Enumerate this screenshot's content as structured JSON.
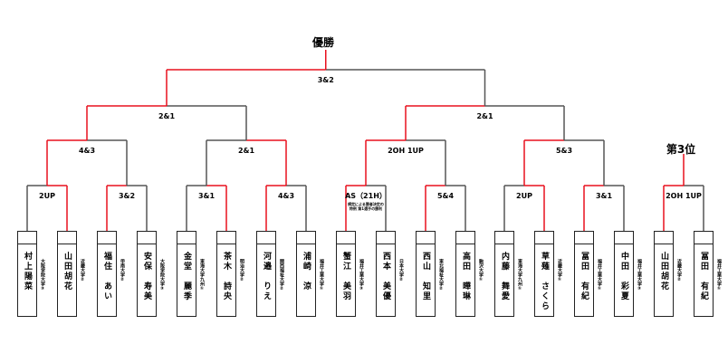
{
  "title_winner": "優勝",
  "title_third": "第3位",
  "players": [
    {
      "name": "村上陽菜",
      "aff": "大阪学院大学③"
    },
    {
      "name": "山田胡花",
      "aff": "近畿大学②"
    },
    {
      "name": "福住　あい",
      "aff": "甲南大学②"
    },
    {
      "name": "安保　寿美",
      "aff": "大阪学院大学③"
    },
    {
      "name": "金堂　麗季",
      "aff": "東海大学九州①"
    },
    {
      "name": "茶木　詩央",
      "aff": "明治大学②"
    },
    {
      "name": "河邉　りえ",
      "aff": "関西福祉大学②"
    },
    {
      "name": "浦崎　涼",
      "aff": "福井工業大学①"
    },
    {
      "name": "蟹江　美羽",
      "aff": "福井工業大学③"
    },
    {
      "name": "西本　美優",
      "aff": "日本大学②"
    },
    {
      "name": "西山　知里",
      "aff": "東北福祉大学②"
    },
    {
      "name": "高田　曄琳",
      "aff": "駒沢大学①"
    },
    {
      "name": "内藤　舞愛",
      "aff": "東海大学九州①"
    },
    {
      "name": "草薙　さくら",
      "aff": "近畿大学①"
    },
    {
      "name": "冨田　有紀",
      "aff": "福井工業大学①"
    },
    {
      "name": "中田　彩夏",
      "aff": "福井工業大学③"
    },
    {
      "name": "山田胡花",
      "aff": "近畿大学②"
    },
    {
      "name": "冨田　有紀",
      "aff": "福井工業大学①"
    }
  ],
  "rounds": {
    "r1": [
      {
        "score": "2UP",
        "winner": 1
      },
      {
        "score": "3&2",
        "winner": 0
      },
      {
        "score": "3&1",
        "winner": 1
      },
      {
        "score": "4&3",
        "winner": 0
      },
      {
        "score": "AS（21H）",
        "note": "規定による勝者決定の特例 第1選手の勝利",
        "winner": 0
      },
      {
        "score": "5&4",
        "winner": 0
      },
      {
        "score": "2UP",
        "winner": 1
      },
      {
        "score": "3&1",
        "winner": 0
      }
    ],
    "r2": [
      {
        "score": "4&3",
        "winner": 0
      },
      {
        "score": "2&1",
        "winner": 1
      },
      {
        "score": "2OH 1UP",
        "winner": 0
      },
      {
        "score": "5&3",
        "winner": 0
      }
    ],
    "r3": [
      {
        "score": "2&1",
        "winner": 0
      },
      {
        "score": "2&1",
        "winner": 0
      }
    ],
    "final": {
      "score": "3&2",
      "winner": 0
    },
    "third": {
      "score": "2OH 1UP",
      "winner": 0
    }
  },
  "colors": {
    "win": "#e8101e",
    "line": "#555555"
  }
}
